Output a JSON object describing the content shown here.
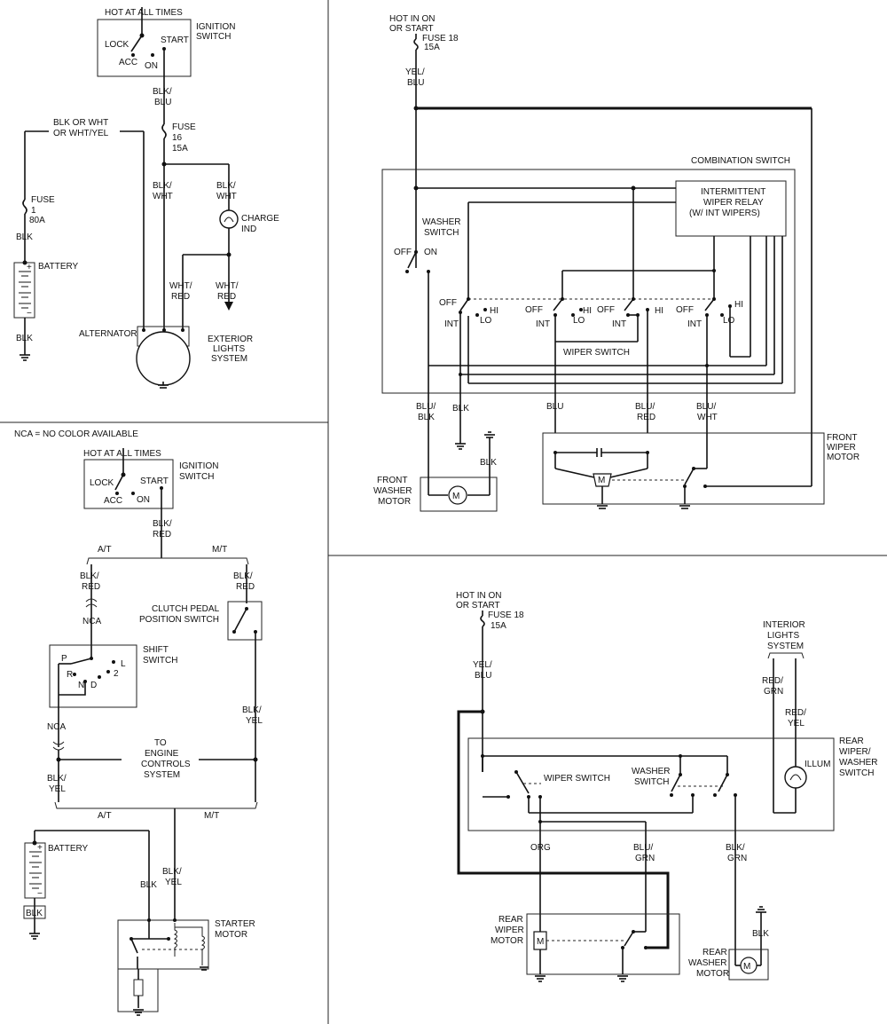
{
  "legend_note": "NCA = NO COLOR AVAILABLE",
  "charging": {
    "hot_at_all_times": "HOT AT ALL TIMES",
    "ignition_switch": [
      "IGNITION",
      "SWITCH"
    ],
    "lock": "LOCK",
    "start": "START",
    "acc": "ACC",
    "on": "ON",
    "w_blk_blu": [
      "BLK/",
      "BLU"
    ],
    "fuse16": [
      "FUSE",
      "16",
      "15A"
    ],
    "w_blk_or_wht": [
      "BLK OR WHT",
      "OR WHT/YEL"
    ],
    "fuse1": [
      "FUSE",
      "1",
      "80A"
    ],
    "w_blk": "BLK",
    "battery": "BATTERY",
    "w_blk_wht_1": [
      "BLK/",
      "WHT"
    ],
    "w_blk_wht_2": [
      "BLK/",
      "WHT"
    ],
    "charge_ind": [
      "CHARGE",
      "IND"
    ],
    "w_wht_red_1": [
      "WHT/",
      "RED"
    ],
    "w_wht_red_2": [
      "WHT/",
      "RED"
    ],
    "exterior_lights": [
      "EXTERIOR",
      "LIGHTS",
      "SYSTEM"
    ],
    "alternator": "ALTERNATOR",
    "w_blk_ground": "BLK"
  },
  "starting": {
    "hot_at_all_times": "HOT AT ALL TIMES",
    "ignition_switch": [
      "IGNITION",
      "SWITCH"
    ],
    "lock": "LOCK",
    "start": "START",
    "acc": "ACC",
    "on": "ON",
    "w_blk_red": [
      "BLK/",
      "RED"
    ],
    "at": "A/T",
    "mt": "M/T",
    "w_blk_red_at": [
      "BLK/",
      "RED"
    ],
    "w_blk_red_mt": [
      "BLK/",
      "RED"
    ],
    "nca_1": "NCA",
    "clutch_switch": [
      "CLUTCH PEDAL",
      "POSITION SWITCH"
    ],
    "shift_switch": [
      "SHIFT",
      "SWITCH"
    ],
    "gear_p": "P",
    "gear_r": "R",
    "gear_n": "N",
    "gear_d": "D",
    "gear_2": "2",
    "gear_l": "L",
    "nca_2": "NCA",
    "w_blk_yel_at": [
      "BLK/",
      "YEL"
    ],
    "w_blk_yel_mt": [
      "BLK/",
      "YEL"
    ],
    "engine_controls": [
      "TO",
      "ENGINE",
      "CONTROLS",
      "SYSTEM"
    ],
    "at2": "A/T",
    "mt2": "M/T",
    "battery": "BATTERY",
    "w_blk_bat": "BLK",
    "w_blk": "BLK",
    "w_blk_yel_starter": [
      "BLK/",
      "YEL"
    ],
    "starter_motor": [
      "STARTER",
      "MOTOR"
    ]
  },
  "front_wiper": {
    "hot_in_on": [
      "HOT IN ON",
      "OR START"
    ],
    "fuse18": [
      "FUSE 18",
      "15A"
    ],
    "w_yel_blu": [
      "YEL/",
      "BLU"
    ],
    "combination_switch": "COMBINATION SWITCH",
    "int_relay": [
      "INTERMITTENT",
      "WIPER RELAY",
      "(W/ INT WIPERS)"
    ],
    "washer_switch": [
      "WASHER",
      "SWITCH"
    ],
    "off": "OFF",
    "on": "ON",
    "pos_off": "OFF",
    "pos_int": "INT",
    "pos_hi": "HI",
    "pos_lo": "LO",
    "wiper_switch": "WIPER SWITCH",
    "w_blu_blk": [
      "BLU/",
      "BLK"
    ],
    "w_blk": "BLK",
    "w_blu": "BLU",
    "w_blu_red": [
      "BLU/",
      "RED"
    ],
    "w_blu_wht": [
      "BLU/",
      "WHT"
    ],
    "w_blk_2": "BLK",
    "front_washer_motor": [
      "FRONT",
      "WASHER",
      "MOTOR"
    ],
    "front_wiper_motor": [
      "FRONT",
      "WIPER",
      "MOTOR"
    ],
    "motor_symbol": "M"
  },
  "rear_wiper": {
    "hot_in_on": [
      "HOT IN ON",
      "OR START"
    ],
    "fuse18": [
      "FUSE 18",
      "15A"
    ],
    "w_yel_blu": [
      "YEL/",
      "BLU"
    ],
    "interior_lights": [
      "INTERIOR",
      "LIGHTS",
      "SYSTEM"
    ],
    "w_red_grn": [
      "RED/",
      "GRN"
    ],
    "w_red_yel": [
      "RED/",
      "YEL"
    ],
    "rear_switch": [
      "REAR",
      "WIPER/",
      "WASHER",
      "SWITCH"
    ],
    "wiper_switch": "WIPER SWITCH",
    "washer_switch": [
      "WASHER",
      "SWITCH"
    ],
    "illum": "ILLUM",
    "w_org": "ORG",
    "w_blu_grn": [
      "BLU/",
      "GRN"
    ],
    "w_blk_grn": [
      "BLK/",
      "GRN"
    ],
    "w_blk": "BLK",
    "rear_wiper_motor": [
      "REAR",
      "WIPER",
      "MOTOR"
    ],
    "rear_washer_motor": [
      "REAR",
      "WASHER",
      "MOTOR"
    ],
    "motor_symbol": "M"
  }
}
